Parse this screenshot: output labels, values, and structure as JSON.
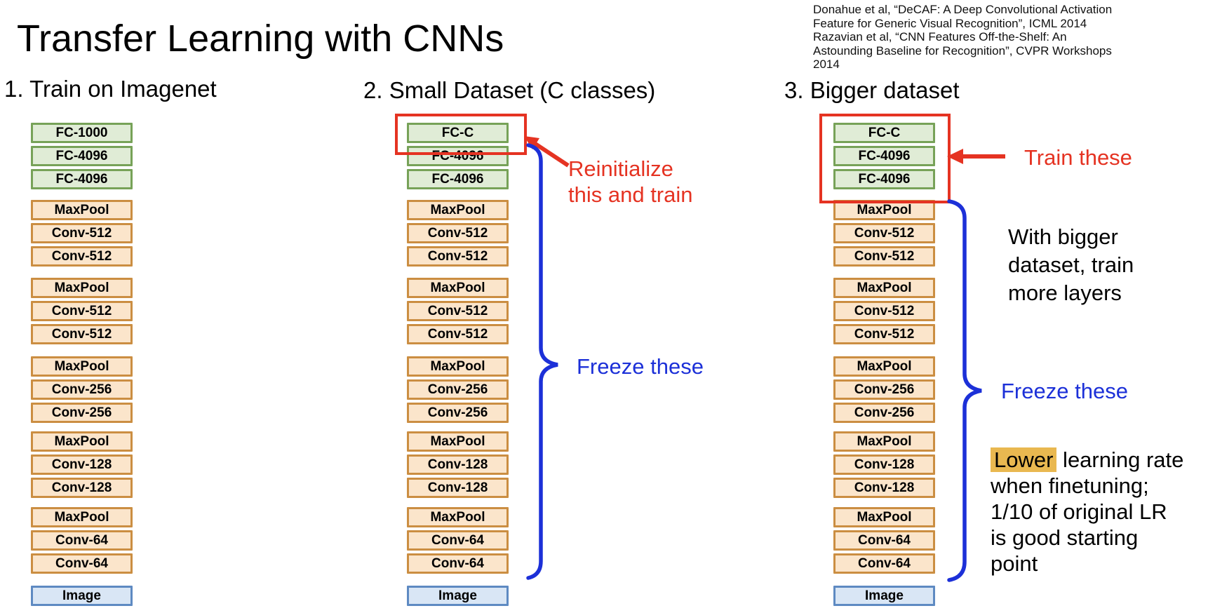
{
  "slide": {
    "title": "Transfer Learning with CNNs",
    "citation_lines": [
      "Donahue et al, “DeCAF: A Deep Convolutional Activation",
      "Feature for Generic Visual Recognition”, ICML 2014",
      "Razavian et al, “CNN Features Off-the-Shelf: An",
      "Astounding Baseline for Recognition”, CVPR Workshops",
      "2014"
    ],
    "colors": {
      "red": "#e53322",
      "blue": "#1c30d8",
      "gold": "#e9b850",
      "fc_fill": "#e0ecd6",
      "fc_border": "#77a258",
      "conv_fill": "#fbe5cb",
      "conv_border": "#cb8e42",
      "image_fill": "#d9e6f5",
      "image_border": "#5e8ac2"
    },
    "columns": [
      {
        "header": "1. Train on Imagenet",
        "layers": [
          {
            "label": "FC-1000",
            "type": "fc"
          },
          {
            "label": "FC-4096",
            "type": "fc"
          },
          {
            "label": "FC-4096",
            "type": "fc"
          },
          {
            "label": "MaxPool",
            "type": "pool"
          },
          {
            "label": "Conv-512",
            "type": "conv"
          },
          {
            "label": "Conv-512",
            "type": "conv"
          },
          {
            "label": "MaxPool",
            "type": "pool"
          },
          {
            "label": "Conv-512",
            "type": "conv"
          },
          {
            "label": "Conv-512",
            "type": "conv"
          },
          {
            "label": "MaxPool",
            "type": "pool"
          },
          {
            "label": "Conv-256",
            "type": "conv"
          },
          {
            "label": "Conv-256",
            "type": "conv"
          },
          {
            "label": "MaxPool",
            "type": "pool"
          },
          {
            "label": "Conv-128",
            "type": "conv"
          },
          {
            "label": "Conv-128",
            "type": "conv"
          },
          {
            "label": "MaxPool",
            "type": "pool"
          },
          {
            "label": "Conv-64",
            "type": "conv"
          },
          {
            "label": "Conv-64",
            "type": "conv"
          },
          {
            "label": "Image",
            "type": "image"
          }
        ]
      },
      {
        "header": "2. Small Dataset (C classes)",
        "layers": [
          {
            "label": "FC-C",
            "type": "fc"
          },
          {
            "label": "FC-4096",
            "type": "fc"
          },
          {
            "label": "FC-4096",
            "type": "fc"
          },
          {
            "label": "MaxPool",
            "type": "pool"
          },
          {
            "label": "Conv-512",
            "type": "conv"
          },
          {
            "label": "Conv-512",
            "type": "conv"
          },
          {
            "label": "MaxPool",
            "type": "pool"
          },
          {
            "label": "Conv-512",
            "type": "conv"
          },
          {
            "label": "Conv-512",
            "type": "conv"
          },
          {
            "label": "MaxPool",
            "type": "pool"
          },
          {
            "label": "Conv-256",
            "type": "conv"
          },
          {
            "label": "Conv-256",
            "type": "conv"
          },
          {
            "label": "MaxPool",
            "type": "pool"
          },
          {
            "label": "Conv-128",
            "type": "conv"
          },
          {
            "label": "Conv-128",
            "type": "conv"
          },
          {
            "label": "MaxPool",
            "type": "pool"
          },
          {
            "label": "Conv-64",
            "type": "conv"
          },
          {
            "label": "Conv-64",
            "type": "conv"
          },
          {
            "label": "Image",
            "type": "image"
          }
        ]
      },
      {
        "header": "3. Bigger dataset",
        "layers": [
          {
            "label": "FC-C",
            "type": "fc"
          },
          {
            "label": "FC-4096",
            "type": "fc"
          },
          {
            "label": "FC-4096",
            "type": "fc"
          },
          {
            "label": "MaxPool",
            "type": "pool"
          },
          {
            "label": "Conv-512",
            "type": "conv"
          },
          {
            "label": "Conv-512",
            "type": "conv"
          },
          {
            "label": "MaxPool",
            "type": "pool"
          },
          {
            "label": "Conv-512",
            "type": "conv"
          },
          {
            "label": "Conv-512",
            "type": "conv"
          },
          {
            "label": "MaxPool",
            "type": "pool"
          },
          {
            "label": "Conv-256",
            "type": "conv"
          },
          {
            "label": "Conv-256",
            "type": "conv"
          },
          {
            "label": "MaxPool",
            "type": "pool"
          },
          {
            "label": "Conv-128",
            "type": "conv"
          },
          {
            "label": "Conv-128",
            "type": "conv"
          },
          {
            "label": "MaxPool",
            "type": "pool"
          },
          {
            "label": "Conv-64",
            "type": "conv"
          },
          {
            "label": "Conv-64",
            "type": "conv"
          },
          {
            "label": "Image",
            "type": "image"
          }
        ]
      }
    ],
    "annotations": {
      "reinitialize_line1": "Reinitialize",
      "reinitialize_line2": "this and train",
      "freeze_these_col2": "Freeze these",
      "train_these": "Train these",
      "freeze_these_col3": "Freeze these",
      "bigger_lines": [
        "With bigger",
        "dataset, train",
        "more layers"
      ],
      "lower_highlight": "Lower",
      "lower_line1_rest": " learning rate",
      "lower_lines": [
        "when finetuning;",
        "1/10 of original LR",
        "is good starting",
        "point"
      ]
    }
  }
}
